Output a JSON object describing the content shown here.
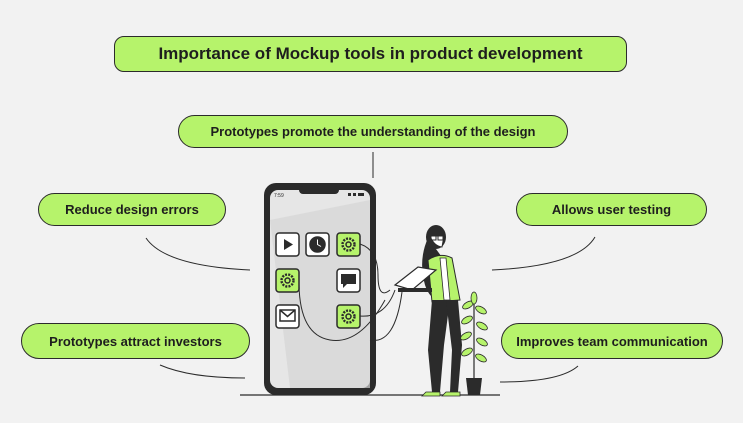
{
  "title": "Importance of Mockup tools in product development",
  "benefits": {
    "top": "Prototypes promote the understanding of the design",
    "left_upper": "Reduce design errors",
    "right_upper": "Allows user testing",
    "left_lower": "Prototypes attract investors",
    "right_lower": "Improves team communication"
  },
  "phone": {
    "clock": "7:59"
  },
  "icons": [
    "play-icon",
    "clock-icon",
    "gear-icon",
    "gear-icon",
    "chat-icon",
    "gear-icon",
    "mail-icon"
  ],
  "colors": {
    "accent": "#b6f36b",
    "outline": "#2b2b2b",
    "background": "#f2f2f2"
  }
}
